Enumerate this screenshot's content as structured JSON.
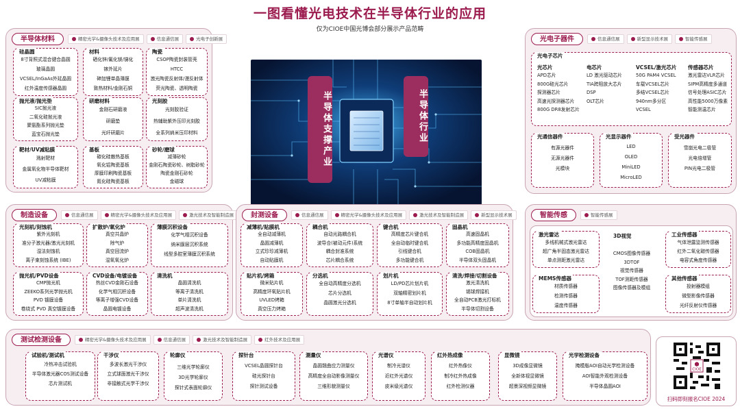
{
  "header": {
    "title": "一图看懂光电技术在半导体行业的应用",
    "subtitle": "仅为CIOE中国光博会部分展示产品范畴"
  },
  "center": {
    "left_tag": "半导体支撑产业",
    "right_tag": "半导体行业"
  },
  "colors": {
    "accent": "#9b1b4e",
    "panel_bg": "#f7eef2",
    "tag_bg": "#9b2e5e"
  },
  "panels": {
    "materials": {
      "label": "半导体材料",
      "chips": [
        "精密光学&摄像头技术及应用展",
        "信息通信展",
        "光电子创新展"
      ],
      "boxes": [
        {
          "title": "硅晶圆",
          "items": [
            "8寸背照式混合键合晶圆",
            "玻璃晶圆",
            "VCSEL/InGaAs外延晶圆",
            "红外温度传感器晶圆"
          ]
        },
        {
          "title": "材料",
          "items": [
            "硒化锌/氟化镁/锑化",
            "镓外延片",
            "砷加锂单晶薄膜",
            "致热材料/金刚石铜"
          ]
        },
        {
          "title": "陶瓷",
          "items": [
            "CSOP陶瓷封装管壳",
            "HTCC",
            "激光陶瓷反射体/漫反射体",
            "荧光陶瓷、透明陶瓷"
          ]
        },
        {
          "title": "抛光液/抛光垫",
          "items": [
            "SIC抛光液",
            "二氧化硅抛光液",
            "聚氨酯系列抛光垫",
            "蓝宝石抛光垫"
          ]
        },
        {
          "title": "研磨材料",
          "items": [
            "金刚石研磨液",
            "研磨垫",
            "光纤研磨片"
          ]
        },
        {
          "title": "光刻胶",
          "items": [
            "光刻胶验证",
            "热辅助紫外压印光刻胶",
            "全系列纳米压印材料"
          ]
        },
        {
          "title": "靶材/UV减粘膜",
          "items": [
            "溅射靶材",
            "金属氧化物半导体靶材",
            "UV减粘膜"
          ]
        },
        {
          "title": "基板",
          "items": [
            "碳化硅散热基板",
            "氧化铝陶瓷基板",
            "厚膜印刷陶瓷基板",
            "氮化硅陶瓷基板"
          ]
        },
        {
          "title": "砂轮/磨球",
          "items": [
            "减薄砂轮",
            "金刚石陶瓷砂轮、树脂砂轮",
            "陶瓷金刚石砂轮",
            "金磁球"
          ]
        }
      ]
    },
    "optoelectronic": {
      "label": "光电子器件",
      "chips": [
        "信息通信展",
        "新型显示技术展",
        "智能传感展"
      ],
      "chip_group_title": "光电子芯片",
      "chip_columns": [
        {
          "title": "光芯片",
          "items": [
            "APD芯片",
            "800G硅光芯片",
            "探测器芯片",
            "高速光探测器芯片",
            "800G DR8发射芯片"
          ]
        },
        {
          "title": "电芯片",
          "items": [
            "LD 激光驱动芯片",
            "TIA跨阻放大芯片",
            "DSP",
            "OLT芯片"
          ]
        },
        {
          "title": "VCSEL/激光芯片",
          "items": [
            "50G PAM4 VCSEL",
            "车载VCSEL芯片",
            "多结VCSEL芯片",
            "940nm多分区",
            "VCSEL"
          ]
        },
        {
          "title": "传感器芯片",
          "items": [
            "激光雷达VLR芯片",
            "SIPM高精度多通道",
            "信号处理ASIC芯片",
            "高性能5000万像素",
            "智能测温芯片"
          ]
        }
      ],
      "boxes": [
        {
          "title": "光通信器件",
          "items": [
            "有源光器件",
            "无源光器件",
            "光模块"
          ]
        },
        {
          "title": "光显示器件",
          "items": [
            "LED",
            "OLED",
            "MiniLED",
            "MicroLED"
          ]
        },
        {
          "title": "受光器件",
          "items": [
            "雪崩光电二极管",
            "光电倍增管",
            "PIN光电二极管"
          ]
        }
      ]
    },
    "manufacturing": {
      "label": "制造设备",
      "chips": [
        "信息通信展",
        "精密光学&摄像头技术及应用展",
        "激光技术及智能制造展"
      ],
      "boxes": [
        {
          "title": "光刻机/刻蚀机",
          "items": [
            "紫外光刻机",
            "准分子激光器/激光光刻机",
            "湿法刻蚀机",
            "离子束刻蚀系统 (IBE)"
          ]
        },
        {
          "title": "扩散炉/氧化炉",
          "items": [
            "真空共晶炉",
            "除气炉",
            "真空回流炉",
            "湿氧氧化炉"
          ]
        },
        {
          "title": "薄膜沉积设备",
          "items": [
            "化学气相沉积设备",
            "纳米膜层沉积系统",
            "线型多腔室薄膜沉积系统"
          ]
        },
        {
          "title": "抛光机/PVD设备",
          "items": [
            "CMP抛光机",
            "ZEEKO系列光学抛光机",
            "PVD 镀膜设备",
            "卷绕式 PVD 真空镀膜设备"
          ]
        },
        {
          "title": "CVD设备/电镀设备",
          "items": [
            "热丝CVD金刚石设备",
            "化学气相沉积设备",
            "等离子增强CVD设备",
            "晶圆电镀设备"
          ]
        },
        {
          "title": "清洗机",
          "items": [
            "晶圆清洗机",
            "等离子清洗机",
            "单片清洗机",
            "超声波清洗机"
          ]
        }
      ]
    },
    "packaging": {
      "label": "封测设备",
      "chips": [
        "信息通信展",
        "精密光学&摄像头技术及应用展",
        "激光技术及智能制造展",
        "新型显示技术展"
      ],
      "boxes": [
        {
          "title": "减薄机/贴膜机",
          "items": [
            "全自动减薄机",
            "晶圆减薄机",
            "立式珍珍减薄机",
            "自动贴膜机"
          ]
        },
        {
          "title": "耦合机",
          "items": [
            "自动光路耦合机",
            "波导合(被动元件)系统",
            "耦合封准系统",
            "芯片耦合系统"
          ]
        },
        {
          "title": "键合机",
          "items": [
            "高精度芯片键合机",
            "全自动临时键合机",
            "引线键合机",
            "多功能键合机"
          ]
        },
        {
          "title": "固晶机",
          "items": [
            "高速固晶机",
            "多功能高精度固晶机",
            "COB固晶机",
            "半导体双头固晶机"
          ]
        },
        {
          "title": "贴片机/烤箱",
          "items": [
            "微米贴片机",
            "高精度环氧贴片机",
            "UVLED烤箱",
            "真空压力烤箱"
          ]
        },
        {
          "title": "分选机",
          "items": [
            "全自动高精度分选机",
            "芯片分选机",
            "晶圆激光分选机"
          ]
        },
        {
          "title": "划片机",
          "items": [
            "LD/PD芯片划片机",
            "双轴精密划片机",
            "8寸单轴半自动划片机"
          ]
        },
        {
          "title": "清洗/焊接/切割设备",
          "items": [
            "激光清洗机",
            "锡球焊接机",
            "全自动PCB激光打标机",
            "半导体切割设备"
          ]
        }
      ]
    },
    "sensing": {
      "label": "智能传感",
      "chips": [
        "智能传感展"
      ],
      "boxes": [
        {
          "title": "激光雷达",
          "items": [
            "多线机械式激光雷达",
            "超广角半固态激光雷达",
            "单点测距激光雷达"
          ]
        },
        {
          "title": "3D视觉",
          "items": [
            "CMOS图像传感器",
            "3DTOF",
            "视觉传感器",
            "TOF测距传感器",
            "图像传感器及模组"
          ]
        },
        {
          "title": "工业传感器",
          "items": [
            "气体泄露监测传感器",
            "红外二氧化碳传感器",
            "电容式角度传感器"
          ]
        },
        {
          "title": "MEMS传感器",
          "items": [
            "材质传感器",
            "检测传感器",
            "温度传感器"
          ]
        },
        {
          "title": "其他传感器",
          "items": [
            "投射器模组",
            "微型影像传感器",
            "光纤反射仪传感器"
          ]
        }
      ]
    },
    "testing": {
      "label": "测试检测设备",
      "chips": [
        "精密光学&摄像头技术及应用展",
        "信息通信展",
        "激光技术及智能制造展",
        "红外技术及应用展"
      ],
      "boxes": [
        {
          "title": "试验机/测试机",
          "items": [
            "冷热冲击试验机",
            "半导体激光器COS测试设备",
            "芯片测试机"
          ]
        },
        {
          "title": "干涉仪",
          "items": [
            "多波长激光干涉仪",
            "立式球面激光干涉仪",
            "非接触式光学干涉仪"
          ]
        },
        {
          "title": "轮廓仪",
          "items": [
            "三维光学轮廓仪",
            "3D光学轮廓仪",
            "探针式表面轮廓仪"
          ]
        },
        {
          "title": "探针台",
          "items": [
            "VCSEL晶圆探针台",
            "硅光探针台",
            "探针测试设备"
          ]
        },
        {
          "title": "测量仪",
          "items": [
            "晶圆翘曲应力测量仪",
            "高精度全自动影像测量仪",
            "三维形貌测量仪"
          ]
        },
        {
          "title": "光谱仪",
          "items": [
            "制冷光谱仪",
            "近红外光谱仪",
            "皮米级光谱仪"
          ]
        },
        {
          "title": "红外热成像",
          "items": [
            "红外热像仪",
            "制冷红外热成像",
            "红外检测仪器"
          ]
        },
        {
          "title": "显微镜",
          "items": [
            "3D成像显微镜",
            "全新体视显微镜",
            "超景深视频显微镜"
          ]
        },
        {
          "title": "光学检测设备",
          "items": [
            "掩模版AOI自动光学检测设备",
            "AOI智能外观检测设备",
            "半导体晶圆AOI"
          ]
        }
      ]
    }
  },
  "qr": {
    "caption": "扫码即刻报名CIOE 2024",
    "brand": "CIOE"
  }
}
